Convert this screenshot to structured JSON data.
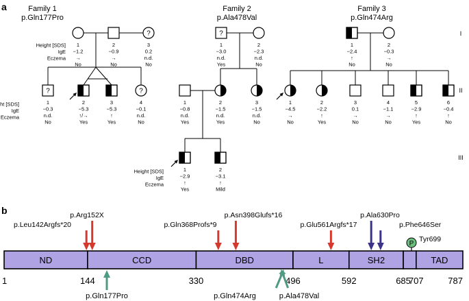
{
  "panel_a": {
    "label": "a",
    "row_labels": [
      "Height [SDS]",
      "IgE",
      "Eczema"
    ],
    "generation_labels": [
      "I",
      "II",
      "III"
    ],
    "families": [
      {
        "title": "Family 1",
        "mutation": "p.Gln177Pro",
        "generations": [
          {
            "gen": "I",
            "members": [
              {
                "sex": "F",
                "status": "unaffected",
                "num": "1",
                "height": "−1.2",
                "ige": "→",
                "eczema": "No"
              },
              {
                "sex": "M",
                "status": "unaffected",
                "num": "2",
                "height": "−0.9",
                "ige": "→",
                "eczema": "No"
              },
              {
                "sex": "F",
                "status": "unknown",
                "mark": "?",
                "num": "3",
                "height": "0.2",
                "ige": "n.d.",
                "eczema": "No"
              }
            ]
          },
          {
            "gen": "II",
            "members": [
              {
                "sex": "M",
                "status": "unknown",
                "mark": "?",
                "num": "1",
                "height": "−0.3",
                "ige": "n.d.",
                "eczema": "No"
              },
              {
                "sex": "M",
                "status": "affected",
                "proband": true,
                "num": "2",
                "height": "−5.3",
                "ige": "↑/→",
                "eczema": "Yes"
              },
              {
                "sex": "M",
                "status": "affected",
                "num": "3",
                "height": "−5.3",
                "ige": "↑",
                "eczema": "Yes"
              },
              {
                "sex": "F",
                "status": "unknown",
                "mark": "?",
                "num": "4",
                "height": "−0.1",
                "ige": "n.d.",
                "eczema": "No"
              }
            ]
          }
        ]
      },
      {
        "title": "Family 2",
        "mutation": "p.Ala478Val",
        "generations": [
          {
            "gen": "I",
            "members": [
              {
                "sex": "M",
                "status": "unknown",
                "mark": "?",
                "num": "1",
                "height": "−3.0",
                "ige": "n.d.",
                "eczema": "Yes"
              },
              {
                "sex": "F",
                "status": "unaffected",
                "num": "2",
                "height": "−2.3",
                "ige": "n.d.",
                "eczema": "No"
              }
            ]
          },
          {
            "gen": "II",
            "members": [
              {
                "sex": "M",
                "status": "unaffected",
                "num": "1",
                "height": "−0.8",
                "ige": "n.d.",
                "eczema": "Yes"
              },
              {
                "sex": "F",
                "status": "affected",
                "num": "2",
                "height": "−1.5",
                "ige": "n.d.",
                "eczema": "Yes"
              },
              {
                "sex": "F",
                "status": "affected",
                "num": "3",
                "height": "−1.5",
                "ige": "n.d.",
                "eczema": "No"
              }
            ]
          },
          {
            "gen": "III",
            "members": [
              {
                "sex": "M",
                "status": "affected",
                "proband": true,
                "num": "1",
                "height": "−2.9",
                "ige": "↑",
                "eczema": "Yes"
              },
              {
                "sex": "M",
                "status": "affected",
                "num": "2",
                "height": "−3.1",
                "ige": "↑",
                "eczema": "Mild"
              }
            ]
          }
        ]
      },
      {
        "title": "Family 3",
        "mutation": "p.Gln474Arg",
        "generations": [
          {
            "gen": "I",
            "members": [
              {
                "sex": "M",
                "status": "affected",
                "num": "1",
                "height": "−2.4",
                "ige": "↑",
                "eczema": "No"
              },
              {
                "sex": "F",
                "status": "unaffected",
                "num": "2",
                "height": "−0.3",
                "ige": "→",
                "eczema": "No"
              }
            ]
          },
          {
            "gen": "II",
            "members": [
              {
                "sex": "F",
                "status": "affected",
                "proband": true,
                "num": "1",
                "height": "−4.5",
                "ige": "→",
                "eczema": "No"
              },
              {
                "sex": "F",
                "status": "affected",
                "num": "2",
                "height": "−2.2",
                "ige": "↑",
                "eczema": "Yes"
              },
              {
                "sex": "M",
                "status": "unaffected",
                "num": "3",
                "height": "0.1",
                "ige": "→",
                "eczema": "No"
              },
              {
                "sex": "M",
                "status": "unaffected",
                "num": "4",
                "height": "−1.1",
                "ige": "→",
                "eczema": "No"
              },
              {
                "sex": "M",
                "status": "affected",
                "num": "5",
                "height": "−2.9",
                "ige": "↑",
                "eczema": "Yes"
              },
              {
                "sex": "M",
                "status": "affected",
                "num": "6",
                "height": "−0.4",
                "ige": "↑",
                "eczema": "No"
              }
            ]
          }
        ]
      }
    ]
  },
  "panel_b": {
    "label": "b",
    "protein_length": 787,
    "domains": [
      {
        "name": "ND",
        "start": 1,
        "end": 144
      },
      {
        "name": "CCD",
        "start": 144,
        "end": 330
      },
      {
        "name": "DBD",
        "start": 330,
        "end": 496
      },
      {
        "name": "L",
        "start": 496,
        "end": 592
      },
      {
        "name": "SH2",
        "start": 592,
        "end": 685
      },
      {
        "name": "",
        "start": 685,
        "end": 707
      },
      {
        "name": "TAD",
        "start": 707,
        "end": 787
      }
    ],
    "ticks": [
      "1",
      "144",
      "330",
      "496",
      "592",
      "685",
      "707",
      "787"
    ],
    "top_mutations": [
      {
        "label": "p.Leu142Argfs*20",
        "pos": 142,
        "kind": "truncating"
      },
      {
        "label": "p.Arg152X",
        "pos": 152,
        "kind": "truncating"
      },
      {
        "label": "p.Gln368Profs*9",
        "pos": 368,
        "kind": "truncating"
      },
      {
        "label": "p.Asn398Glufs*16",
        "pos": 398,
        "kind": "truncating"
      },
      {
        "label": "p.Glu561Argfs*17",
        "pos": 561,
        "kind": "truncating"
      },
      {
        "label": "p.Ala630Pro",
        "pos": 630,
        "kind": "missense"
      },
      {
        "label": "p.Phe646Ser",
        "pos": 646,
        "kind": "missense"
      }
    ],
    "bottom_mutations": [
      {
        "label": "p.Gln177Pro",
        "pos": 177
      },
      {
        "label": "p.Gln474Arg",
        "pos": 474
      },
      {
        "label": "p.Ala478Val",
        "pos": 478
      }
    ],
    "phospho": {
      "symbol": "P",
      "label": "Tyr699",
      "pos": 699
    },
    "colors": {
      "domain_fill": "#b0a3e3",
      "truncating": "#d5382c",
      "missense": "#3a3389",
      "bottom_arrow": "#4e9a83",
      "phospho_fill": "#6dbf80"
    }
  }
}
